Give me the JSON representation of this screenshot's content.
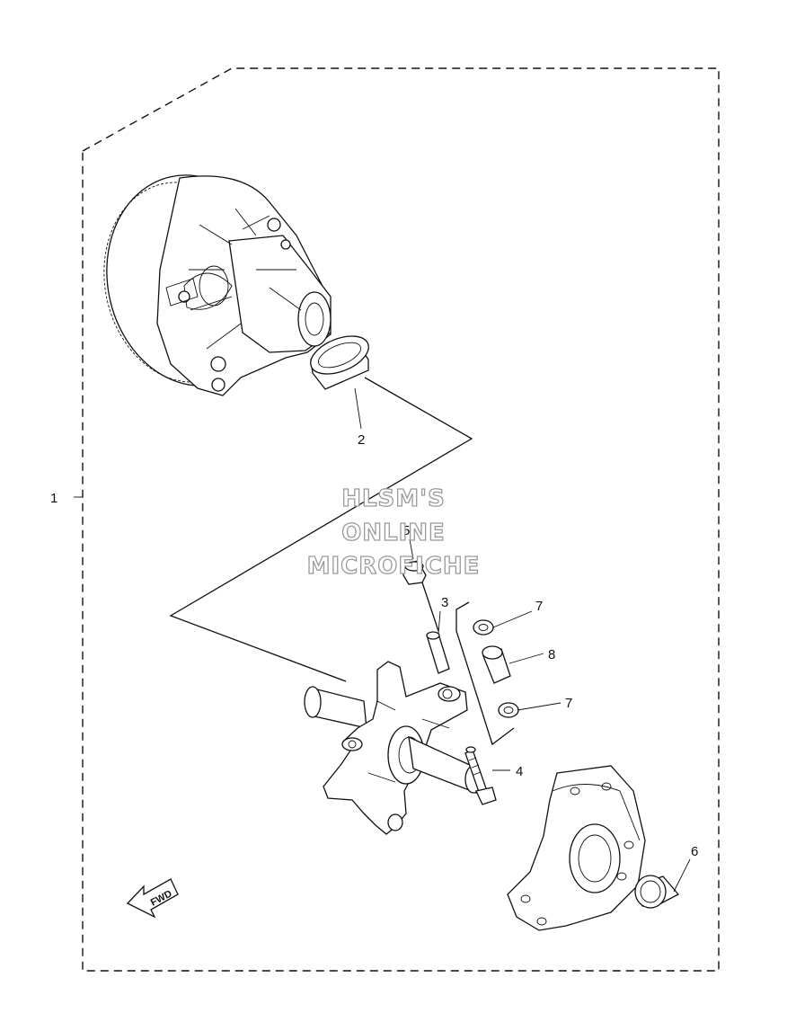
{
  "diagram": {
    "callouts": {
      "c1": "1",
      "c2": "2",
      "c3": "3",
      "c4": "4",
      "c5": "5",
      "c6": "6",
      "c7a": "7",
      "c7b": "7",
      "c8": "8"
    },
    "watermark": {
      "line1": "HLSM'S",
      "line2": "ONLINE",
      "line3": "MICROFICHE"
    },
    "direction_arrow_label": "FWD"
  }
}
